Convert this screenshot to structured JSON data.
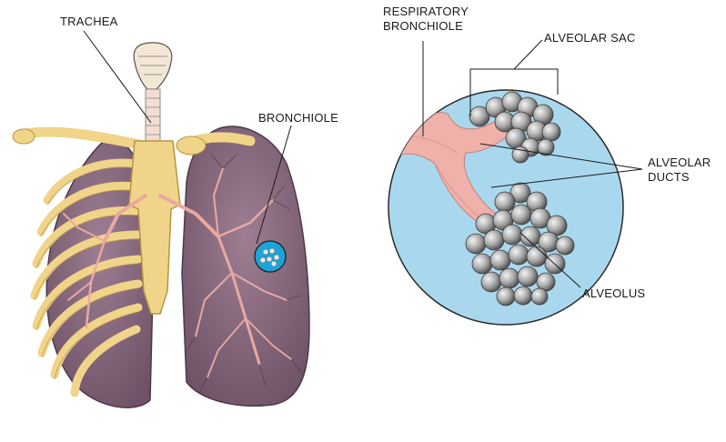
{
  "labels": {
    "trachea": "TRACHEA",
    "bronchiole": "BRONCHIOLE",
    "respiratory_bronchiole_line1": "RESPIRATORY",
    "respiratory_bronchiole_line2": "BRONCHIOLE",
    "alveolar_sac": "ALVEOLAR SAC",
    "alveolar_ducts_line1": "ALVEOLAR",
    "alveolar_ducts_line2": "DUCTS",
    "alveolus": "ALVEOLUS"
  },
  "colors": {
    "bone": "#f0d48a",
    "bone_outline": "#b8953e",
    "lung": "#8a6a7e",
    "lung_dark": "#5e4558",
    "airway": "#e9a9a2",
    "magnifier_fill": "#a9d8ee",
    "magnifier_outline": "#2a2a2a",
    "alveolus_gray": "#9a9a9a",
    "highlight_blue": "#1ca4d8"
  }
}
